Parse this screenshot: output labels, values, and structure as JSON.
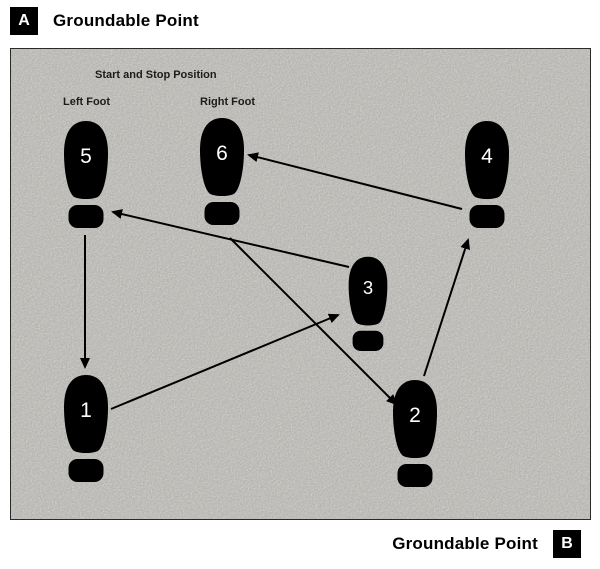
{
  "page": {
    "marker_a": "A",
    "top_title": "Groundable Point",
    "bottom_title": "Groundable Point",
    "marker_b": "B"
  },
  "diagram": {
    "start_stop_label": "Start and Stop Position",
    "left_foot_label": "Left Foot",
    "right_foot_label": "Right Foot",
    "footprints": [
      {
        "number": "1"
      },
      {
        "number": "2"
      },
      {
        "number": "3"
      },
      {
        "number": "4"
      },
      {
        "number": "5"
      },
      {
        "number": "6"
      }
    ],
    "step_sequence": [
      {
        "from": "5",
        "to": "1"
      },
      {
        "from": "1",
        "to": "3"
      },
      {
        "from": "3",
        "to": "5"
      },
      {
        "from": "6",
        "to": "2"
      },
      {
        "from": "2",
        "to": "4"
      },
      {
        "from": "4",
        "to": "6"
      }
    ],
    "colors": {
      "footprint": "#000000",
      "texture_background": "#eae8e3",
      "arrow": "#000000"
    }
  }
}
